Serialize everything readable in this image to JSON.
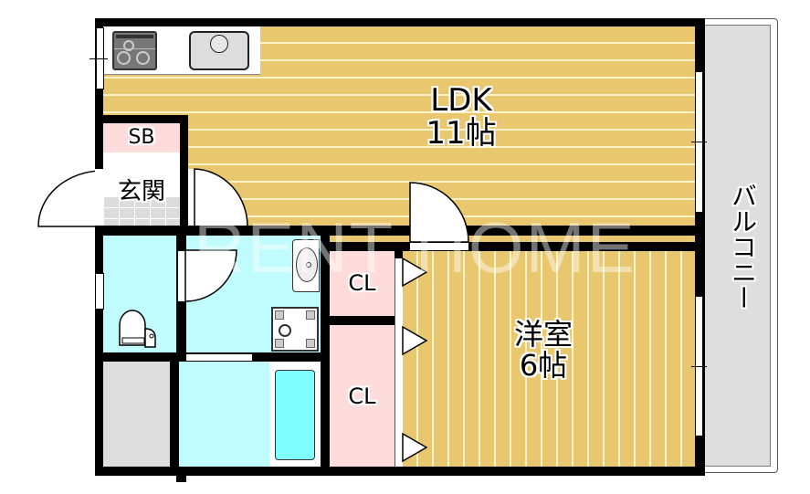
{
  "floorplan": {
    "rooms": {
      "ldk": {
        "name": "LDK",
        "size": "11帖"
      },
      "western_room": {
        "name": "洋室",
        "size": "6帖"
      },
      "storage_box": {
        "name": "SB"
      },
      "entrance": {
        "name": "玄関"
      },
      "closet_upper": {
        "name": "CL"
      },
      "closet_lower": {
        "name": "CL"
      },
      "balcony": {
        "name": "バルコニー"
      }
    },
    "watermark": "RENT HOME",
    "colors": {
      "wood": "#e9c76e",
      "wet_area": "#c0fbfd",
      "closet": "#fddcdb",
      "balcony": "#dedede",
      "bathtub": "#80fdfe",
      "wall": "#000000"
    }
  }
}
